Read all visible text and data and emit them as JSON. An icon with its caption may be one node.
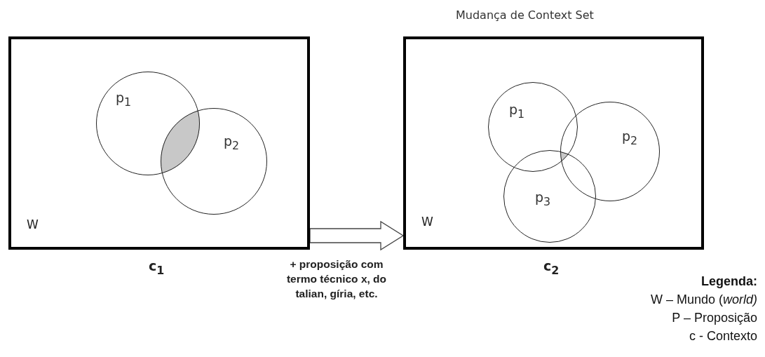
{
  "diagram": {
    "title": "Mudança de Context Set",
    "nodes": [
      {
        "text": [
          "W"
        ],
        "beside": [
          "c$_{1}$"
        ]
      },
      {
        "text": [
          "p$_{1}$"
        ],
        "in": 0
      },
      {
        "text": [
          "p$_{2}$"
        ],
        "in": 0
      },
      {
        "text": [
          "W"
        ],
        "beside": [
          "c$_{2}$"
        ]
      },
      {
        "text": [
          "p$_{1}$"
        ],
        "in": 3
      },
      {
        "text": [
          "p$_{2}$"
        ],
        "in": 3
      },
      {
        "text": [
          "p$_{3}$"
        ],
        "in": 3
      }
    ],
    "edges": [
      {
        "from": 0,
        "to": 3,
        "arrow": "to",
        "label": "+ proposição com termo técnico x, do talian, gíria, etc."
      }
    ],
    "labels": [
      "Legenda:",
      "W – Mundo (*world)*",
      "P – Proposição",
      "c - Contexto"
    ]
  }
}
